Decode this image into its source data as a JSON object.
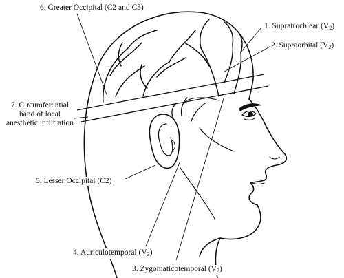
{
  "diagram": {
    "labels": {
      "greater_occipital": "6. Greater Occipital (C2 and C3)",
      "supratrochlear": {
        "text": "1. Supratrochlear (V",
        "sub": "2",
        "close": ")"
      },
      "supraorbital": {
        "text": "2. Supraorbital (V",
        "sub": "2",
        "close": ")"
      },
      "circumferential": {
        "line1": "7. Circumferential",
        "line2": "band of local",
        "line3": "anesthetic infiltration"
      },
      "lesser_occipital": "5. Lesser Occipital (C2)",
      "auriculotemporal": {
        "text": "4. Auriculotemporal (V",
        "sub": "3",
        "close": ")"
      },
      "zygomaticotemporal": {
        "text": "3. Zygomaticotemporal (V",
        "sub": "2",
        "close": ")"
      }
    },
    "colors": {
      "ink": "#111111",
      "paper": "#ffffff"
    }
  }
}
